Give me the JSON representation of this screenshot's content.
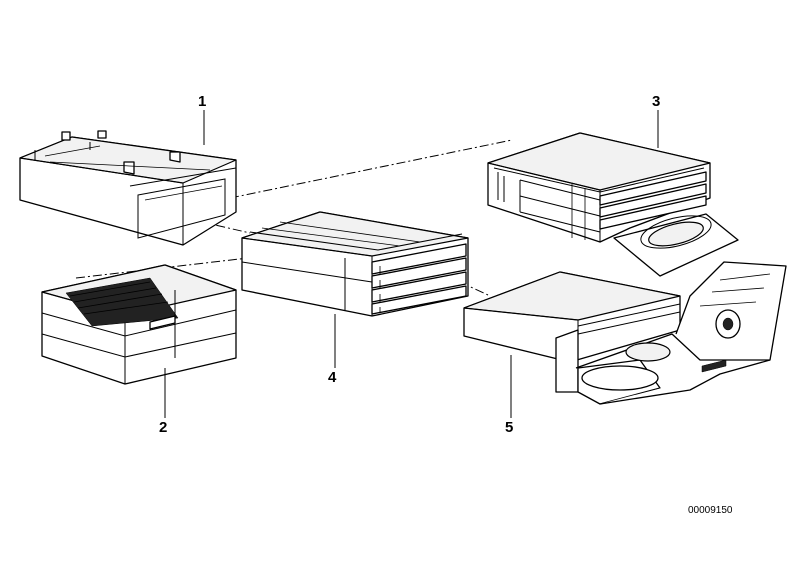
{
  "callouts": [
    {
      "label": "1"
    },
    {
      "label": "2"
    },
    {
      "label": "3"
    },
    {
      "label": "4"
    },
    {
      "label": "5"
    }
  ],
  "diagram_id": "00009150"
}
